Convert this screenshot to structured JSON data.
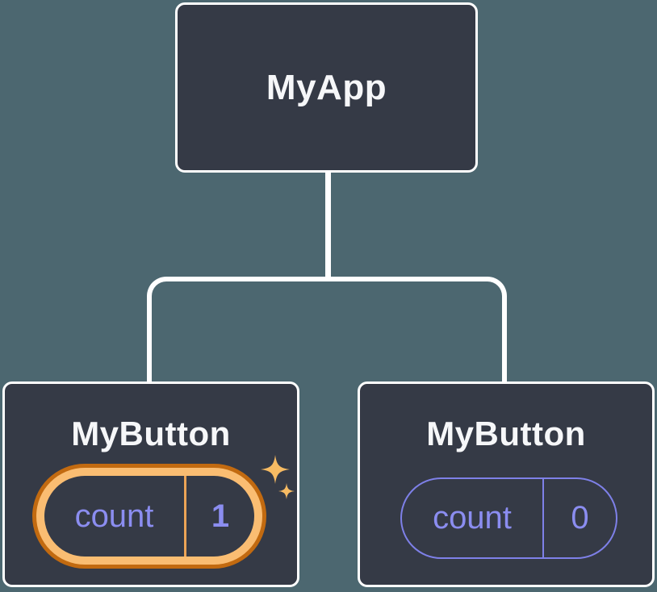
{
  "diagram": {
    "background_color": "#4C6770",
    "node_fill_color": "#353A46",
    "connector_color": "#FFFFFF",
    "title_color": "#F6F7F9",
    "state_text_color": "#8B8DF0",
    "plain_pill_stroke_color": "#7E80E8",
    "highlight_outer_color": "#C26A10",
    "highlight_band_color": "#FABD72",
    "highlight_divider_color": "#ECA456",
    "sparkle_color": "#F7BB63"
  },
  "tree": {
    "root": {
      "label": "MyApp"
    },
    "children": [
      {
        "label": "MyButton",
        "state": {
          "key": "count",
          "value": "1",
          "highlighted": true
        }
      },
      {
        "label": "MyButton",
        "state": {
          "key": "count",
          "value": "0",
          "highlighted": false
        }
      }
    ]
  }
}
